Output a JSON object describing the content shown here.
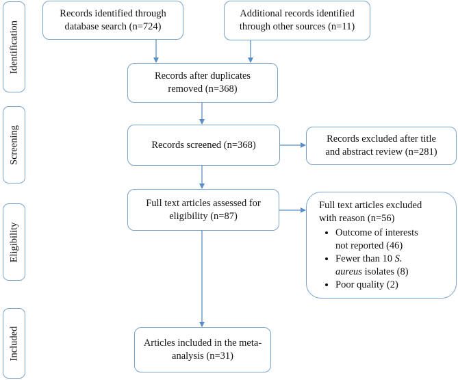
{
  "stages": {
    "identification": "Identification",
    "screening": "Screening",
    "eligibility": "Eligibility",
    "included": "Included"
  },
  "boxes": {
    "db_search": [
      "Records identified through",
      "database search (n=724)"
    ],
    "other_sources": [
      "Additional records identified",
      "through other sources (n=11)"
    ],
    "after_duplicates": [
      "Records after duplicates",
      "removed (n=368)"
    ],
    "screened": "Records screened (n=368)",
    "excluded_title": [
      "Records excluded after title",
      "and abstract review (n=281)"
    ],
    "full_text": [
      "Full text articles assessed for",
      "eligibility (n=87)"
    ],
    "excluded_full": {
      "heading": [
        "Full text articles excluded",
        "with reason (n=56)"
      ],
      "reason1": [
        "Outcome of interests",
        "not reported (46)"
      ],
      "reason2_pre": "Fewer than 10 ",
      "reason2_italic": [
        "S.",
        "aureus"
      ],
      "reason2_post": " isolates (8)",
      "reason3": "Poor quality (2)"
    },
    "included": [
      "Articles included in the meta-",
      "analysis (n=31)"
    ]
  },
  "colors": {
    "border": "#7aa3c9",
    "arrow": "#5b8ec4"
  }
}
